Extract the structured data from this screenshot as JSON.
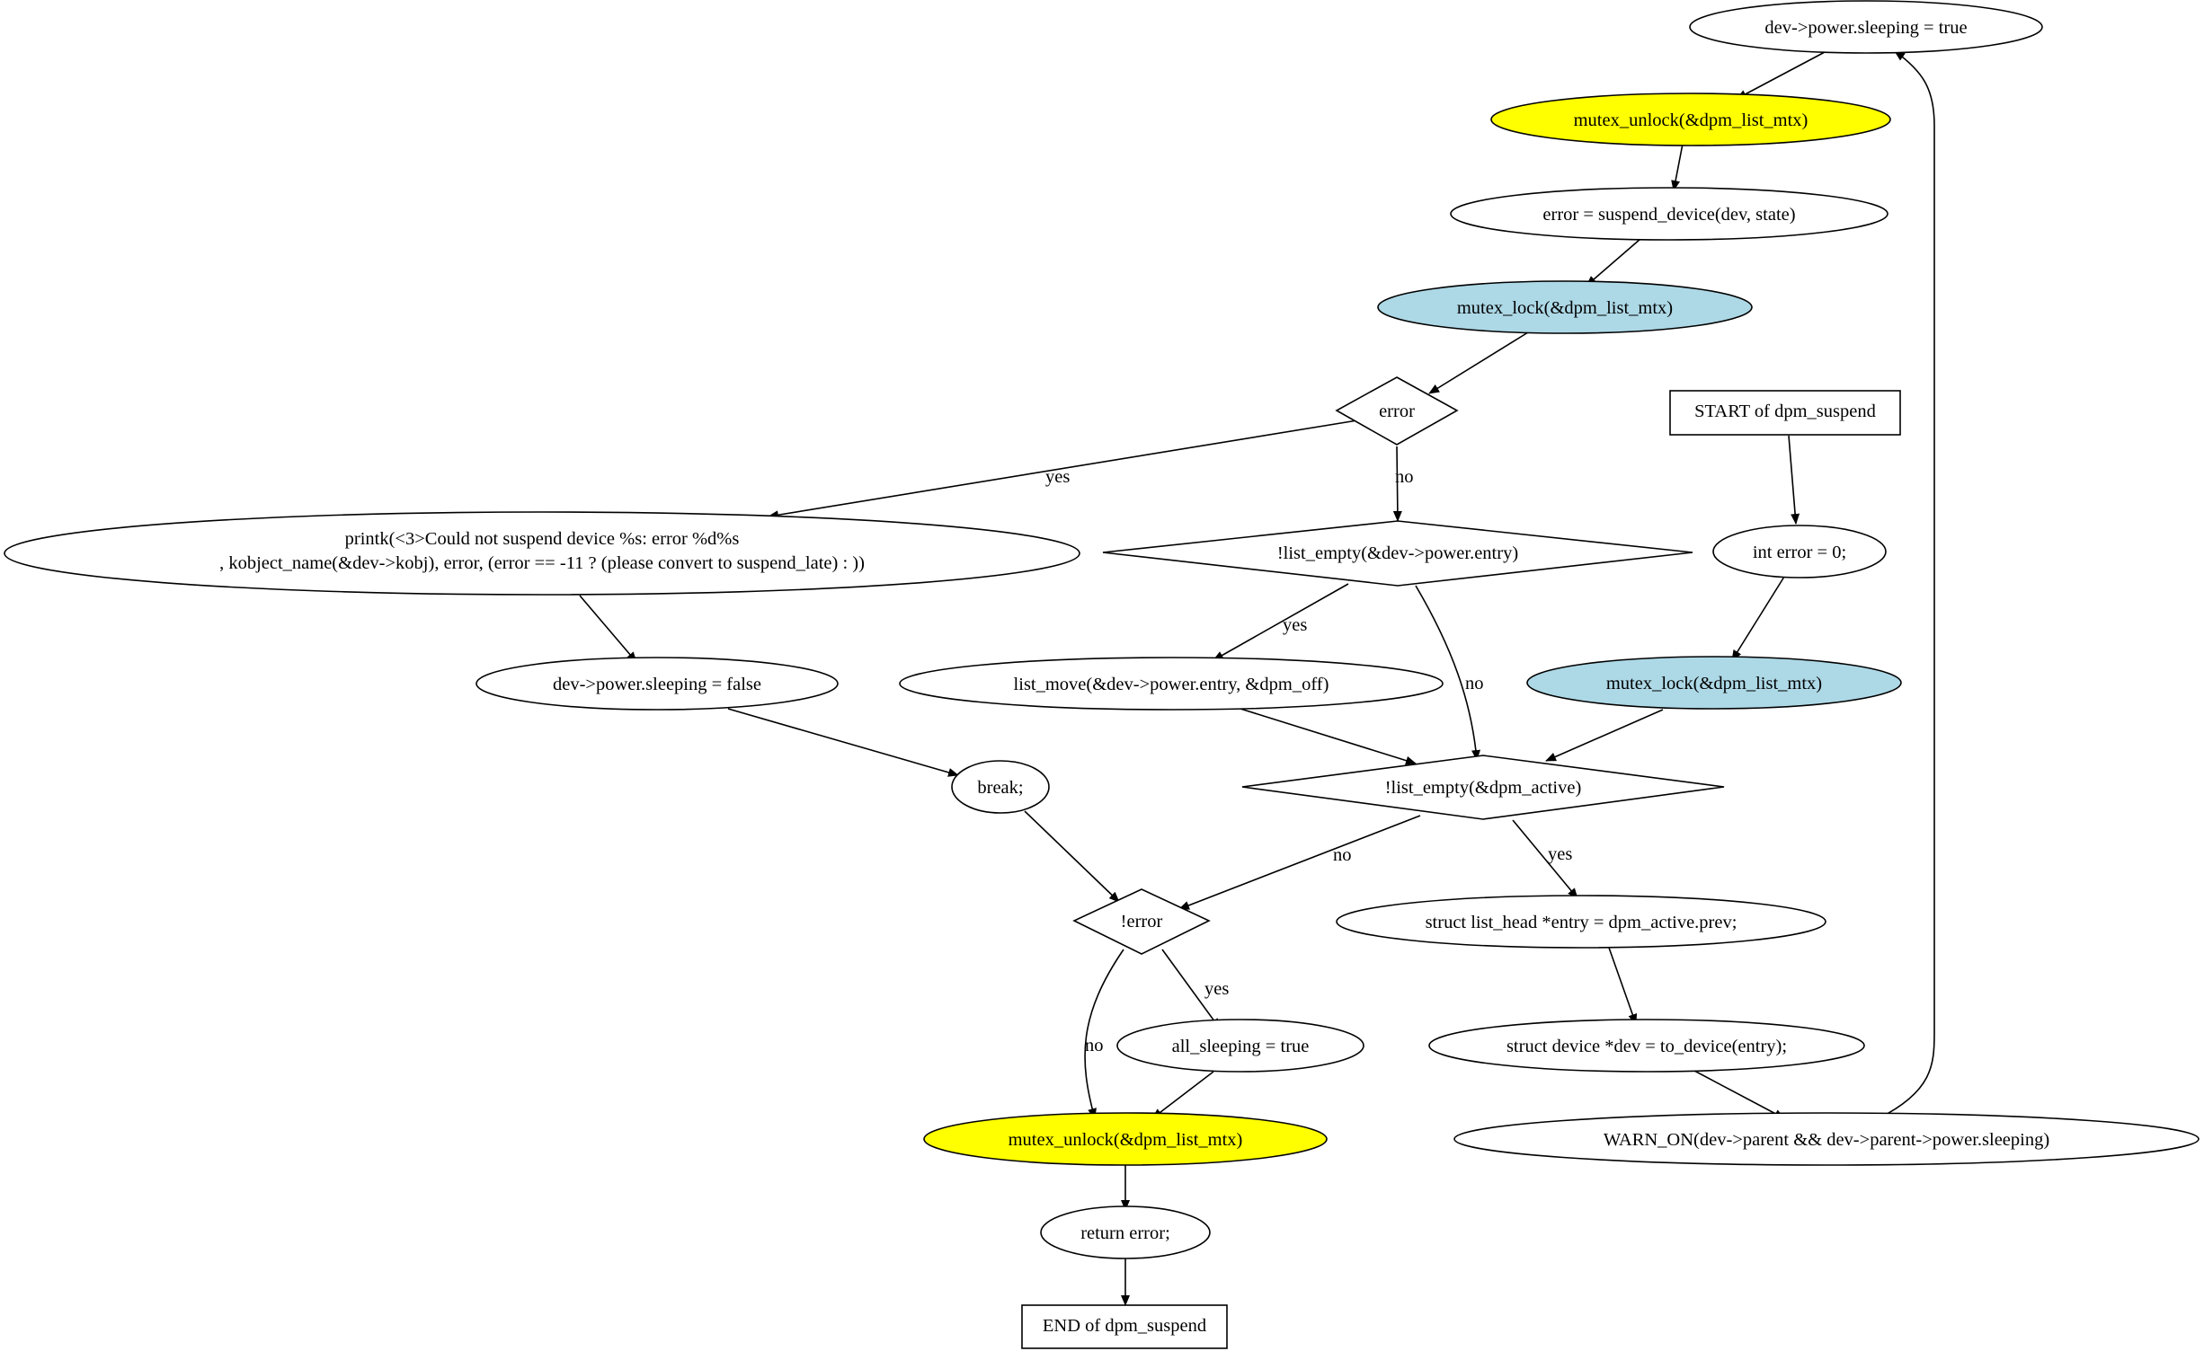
{
  "nodes": {
    "start": {
      "label": "START of dpm_suspend"
    },
    "int_error": {
      "label": "int error = 0;"
    },
    "mutex_lock_top": {
      "label": "mutex_lock(&dpm_list_mtx)"
    },
    "list_empty_active": {
      "label": "!list_empty(&dpm_active)"
    },
    "struct_entry": {
      "label": "struct list_head *entry = dpm_active.prev;"
    },
    "struct_dev": {
      "label": "struct device *dev = to_device(entry);"
    },
    "warn_on": {
      "label": "WARN_ON(dev->parent && dev->parent->power.sleeping)"
    },
    "sleeping_true": {
      "label": "dev->power.sleeping = true"
    },
    "mutex_unlock_top": {
      "label": "mutex_unlock(&dpm_list_mtx)"
    },
    "suspend_device": {
      "label": "error = suspend_device(dev, state)"
    },
    "mutex_lock_mid": {
      "label": "mutex_lock(&dpm_list_mtx)"
    },
    "error_check": {
      "label": "error"
    },
    "printk": {
      "label_line1": "printk(<3>Could not suspend device %s: error %d%s",
      "label_line2": ", kobject_name(&dev->kobj), error, (error == -11 ?  (please convert to suspend_late) : ))"
    },
    "sleeping_false": {
      "label": "dev->power.sleeping = false"
    },
    "break": {
      "label": "break;"
    },
    "list_empty_entry": {
      "label": "!list_empty(&dev->power.entry)"
    },
    "list_move": {
      "label": "list_move(&dev->power.entry, &dpm_off)"
    },
    "not_error": {
      "label": "!error"
    },
    "all_sleeping": {
      "label": "all_sleeping = true"
    },
    "mutex_unlock_bottom": {
      "label": "mutex_unlock(&dpm_list_mtx)"
    },
    "return_error": {
      "label": "return error;"
    },
    "end": {
      "label": "END of dpm_suspend"
    }
  },
  "edges": {
    "error_yes": "yes",
    "error_no": "no",
    "entry_yes": "yes",
    "entry_no": "no",
    "active_no": "no",
    "active_yes": "yes",
    "not_error_yes": "yes",
    "not_error_no": "no"
  },
  "colors": {
    "mutex_lock_fill": "#add8e6",
    "mutex_unlock_fill": "#ffff00",
    "default_fill": "#ffffff",
    "stroke": "#000000"
  }
}
